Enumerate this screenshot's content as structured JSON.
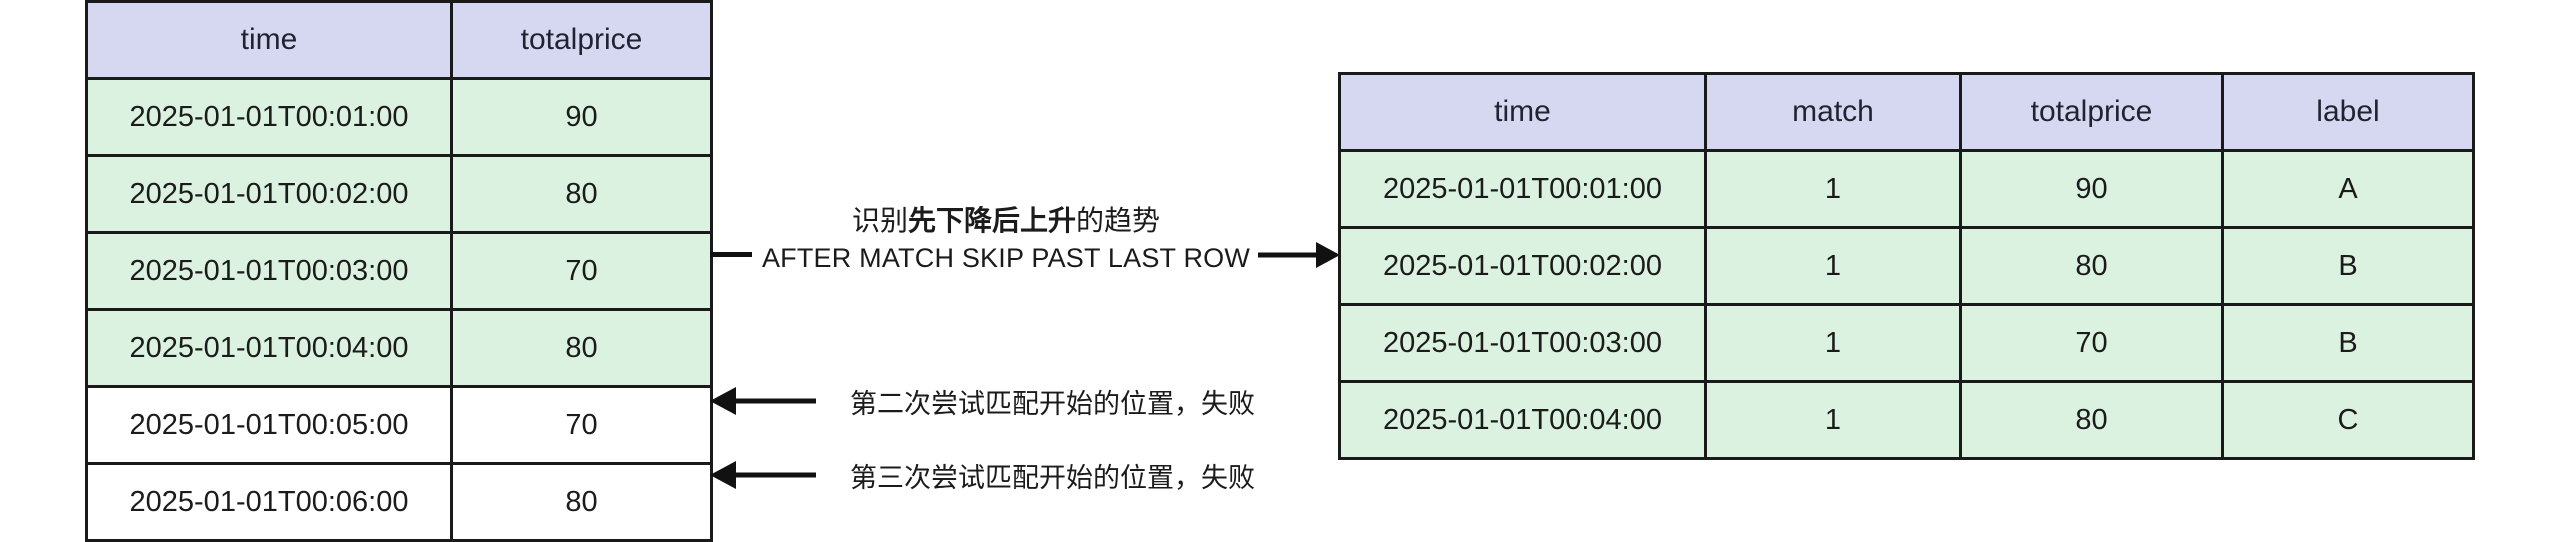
{
  "source_table": {
    "name": "source-events-table",
    "columns": [
      "time",
      "totalprice"
    ],
    "rows": [
      {
        "time": "2025-01-01T00:01:00",
        "totalprice": "90",
        "matched": true
      },
      {
        "time": "2025-01-01T00:02:00",
        "totalprice": "80",
        "matched": true
      },
      {
        "time": "2025-01-01T00:03:00",
        "totalprice": "70",
        "matched": true
      },
      {
        "time": "2025-01-01T00:04:00",
        "totalprice": "80",
        "matched": true
      },
      {
        "time": "2025-01-01T00:05:00",
        "totalprice": "70",
        "matched": false
      },
      {
        "time": "2025-01-01T00:06:00",
        "totalprice": "80",
        "matched": false
      }
    ]
  },
  "result_table": {
    "name": "match-result-table",
    "columns": [
      "time",
      "match",
      "totalprice",
      "label"
    ],
    "rows": [
      {
        "time": "2025-01-01T00:01:00",
        "match": "1",
        "totalprice": "90",
        "label": "A"
      },
      {
        "time": "2025-01-01T00:02:00",
        "match": "1",
        "totalprice": "80",
        "label": "B"
      },
      {
        "time": "2025-01-01T00:03:00",
        "match": "1",
        "totalprice": "70",
        "label": "B"
      },
      {
        "time": "2025-01-01T00:04:00",
        "match": "1",
        "totalprice": "80",
        "label": "C"
      }
    ]
  },
  "transform": {
    "cn_prefix": "识别",
    "cn_bold": "先下降后上升",
    "cn_suffix": "的趋势",
    "en_clause": "AFTER MATCH SKIP PAST LAST ROW"
  },
  "notes": [
    {
      "id": "note-2",
      "text": "第二次尝试匹配开始的位置，失败"
    },
    {
      "id": "note-3",
      "text": "第三次尝试匹配开始的位置，失败"
    }
  ],
  "colors": {
    "header_fill": "#d6d8f2",
    "matched_row_fill": "#dcf2e0",
    "unmatched_row_fill": "#ffffff",
    "border": "#1a1a1a",
    "text": "#1b1b1b"
  }
}
